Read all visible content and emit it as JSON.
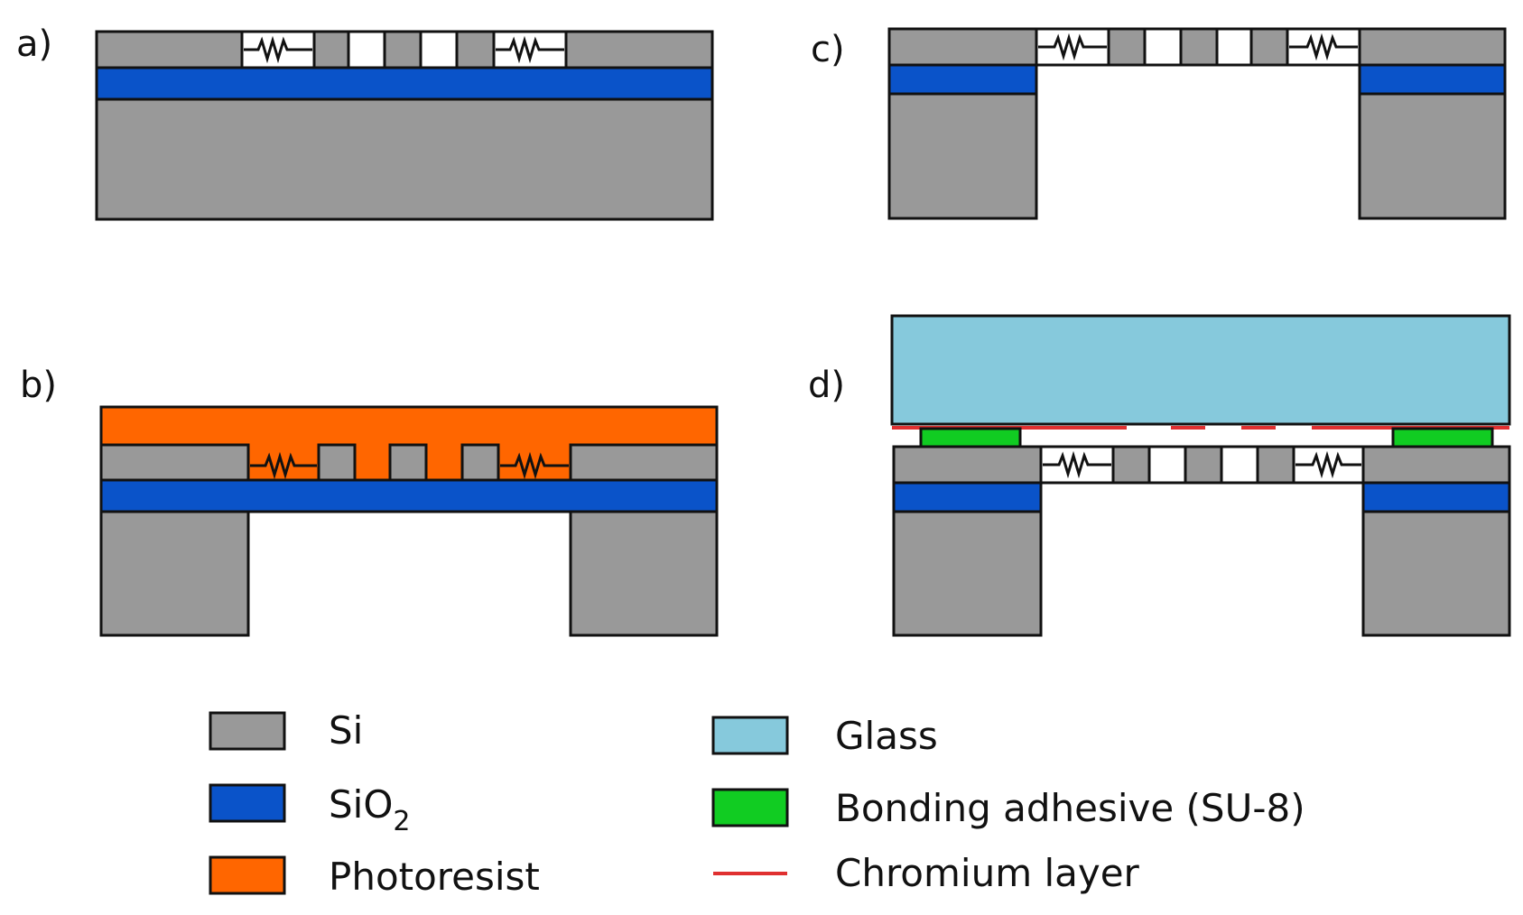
{
  "colors": {
    "si": "#999999",
    "sio2": "#0a53c9",
    "photoresist": "#ff6600",
    "glass": "#86c9dc",
    "adhesive": "#11cc22",
    "chromium": "#e03030"
  },
  "panels": {
    "a": {
      "label": "a)"
    },
    "b": {
      "label": "b)"
    },
    "c": {
      "label": "c)"
    },
    "d": {
      "label": "d)"
    }
  },
  "legend": {
    "si": {
      "label": "Si"
    },
    "sio2": {
      "label": "SiO",
      "subscript": "2"
    },
    "photoresist": {
      "label": "Photoresist"
    },
    "glass": {
      "label": "Glass"
    },
    "adhesive": {
      "label": "Bonding adhesive (SU-8)"
    },
    "chromium": {
      "label": "Chromium layer"
    }
  }
}
